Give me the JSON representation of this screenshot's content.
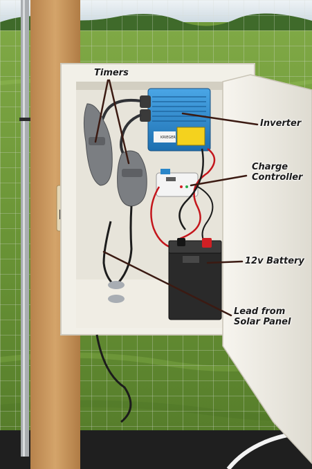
{
  "labels": {
    "timers": "Timers",
    "inverter": "Inverter",
    "charge_controller_line1": "Charge",
    "charge_controller_line2": "Controller",
    "battery": "12v Battery",
    "lead_line1": "Lead from",
    "lead_line2": "Solar Panel"
  },
  "device_text": {
    "inverter_brand": "KRIEGER"
  },
  "colors": {
    "sky": "#dfe9ef",
    "grass": "#6f9a3a",
    "post": "#c8975f",
    "box": "#f2f0e8",
    "box_inner": "#e9e6dc",
    "inverter": "#2a86c9",
    "timer": "#7b7e82",
    "battery": "#2a2a2a",
    "terminal_red": "#d11f24",
    "wire_red": "#c4161c",
    "leader": "#3b1a12"
  }
}
